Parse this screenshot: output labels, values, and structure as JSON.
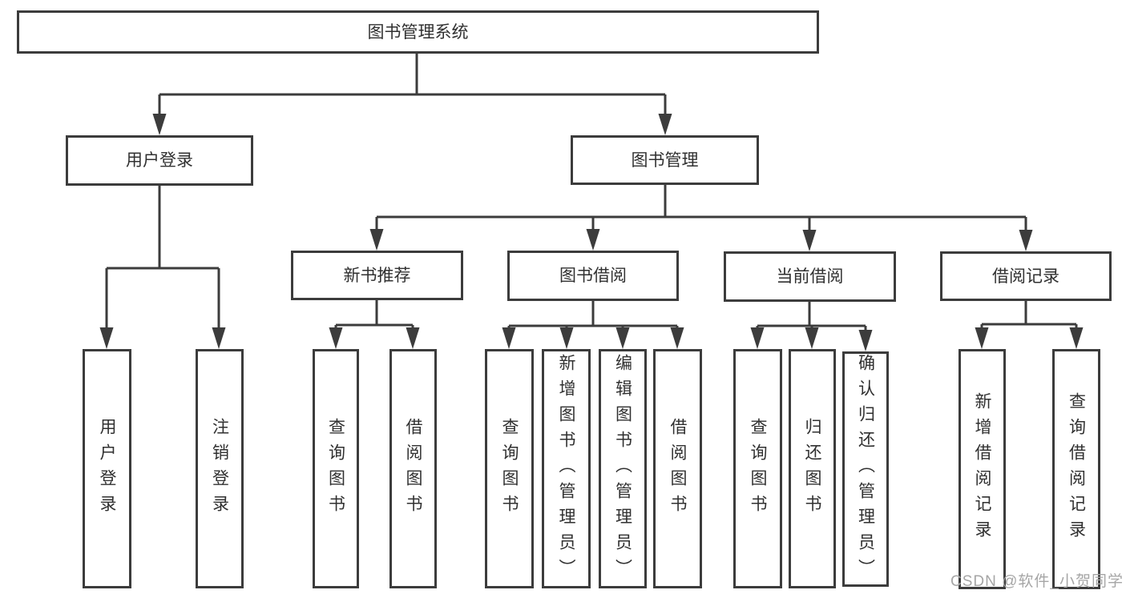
{
  "tree": {
    "root": {
      "label": "图书管理系统"
    },
    "children": [
      {
        "label": "用户登录",
        "children": [
          {
            "label": "用户登录"
          },
          {
            "label": "注销登录"
          }
        ]
      },
      {
        "label": "图书管理",
        "children": [
          {
            "label": "新书推荐",
            "children": [
              {
                "label": "查询图书"
              },
              {
                "label": "借阅图书"
              }
            ]
          },
          {
            "label": "图书借阅",
            "children": [
              {
                "label": "查询图书"
              },
              {
                "label": "新增图书（管理员）"
              },
              {
                "label": "编辑图书（管理员）"
              },
              {
                "label": "借阅图书"
              }
            ]
          },
          {
            "label": "当前借阅",
            "children": [
              {
                "label": "查询图书"
              },
              {
                "label": "归还图书"
              },
              {
                "label": "确认归还（管理员）"
              }
            ]
          },
          {
            "label": "借阅记录",
            "children": [
              {
                "label": "新增借阅记录"
              },
              {
                "label": "查询借阅记录"
              }
            ]
          }
        ]
      }
    ]
  },
  "watermark": {
    "text": "CSDN @软件_小贺同学"
  },
  "colors": {
    "line": "#3c3c3c",
    "box_border": "#3c3c3c",
    "text": "#303030",
    "watermark": "#a6a6a6",
    "background": "#ffffff"
  }
}
